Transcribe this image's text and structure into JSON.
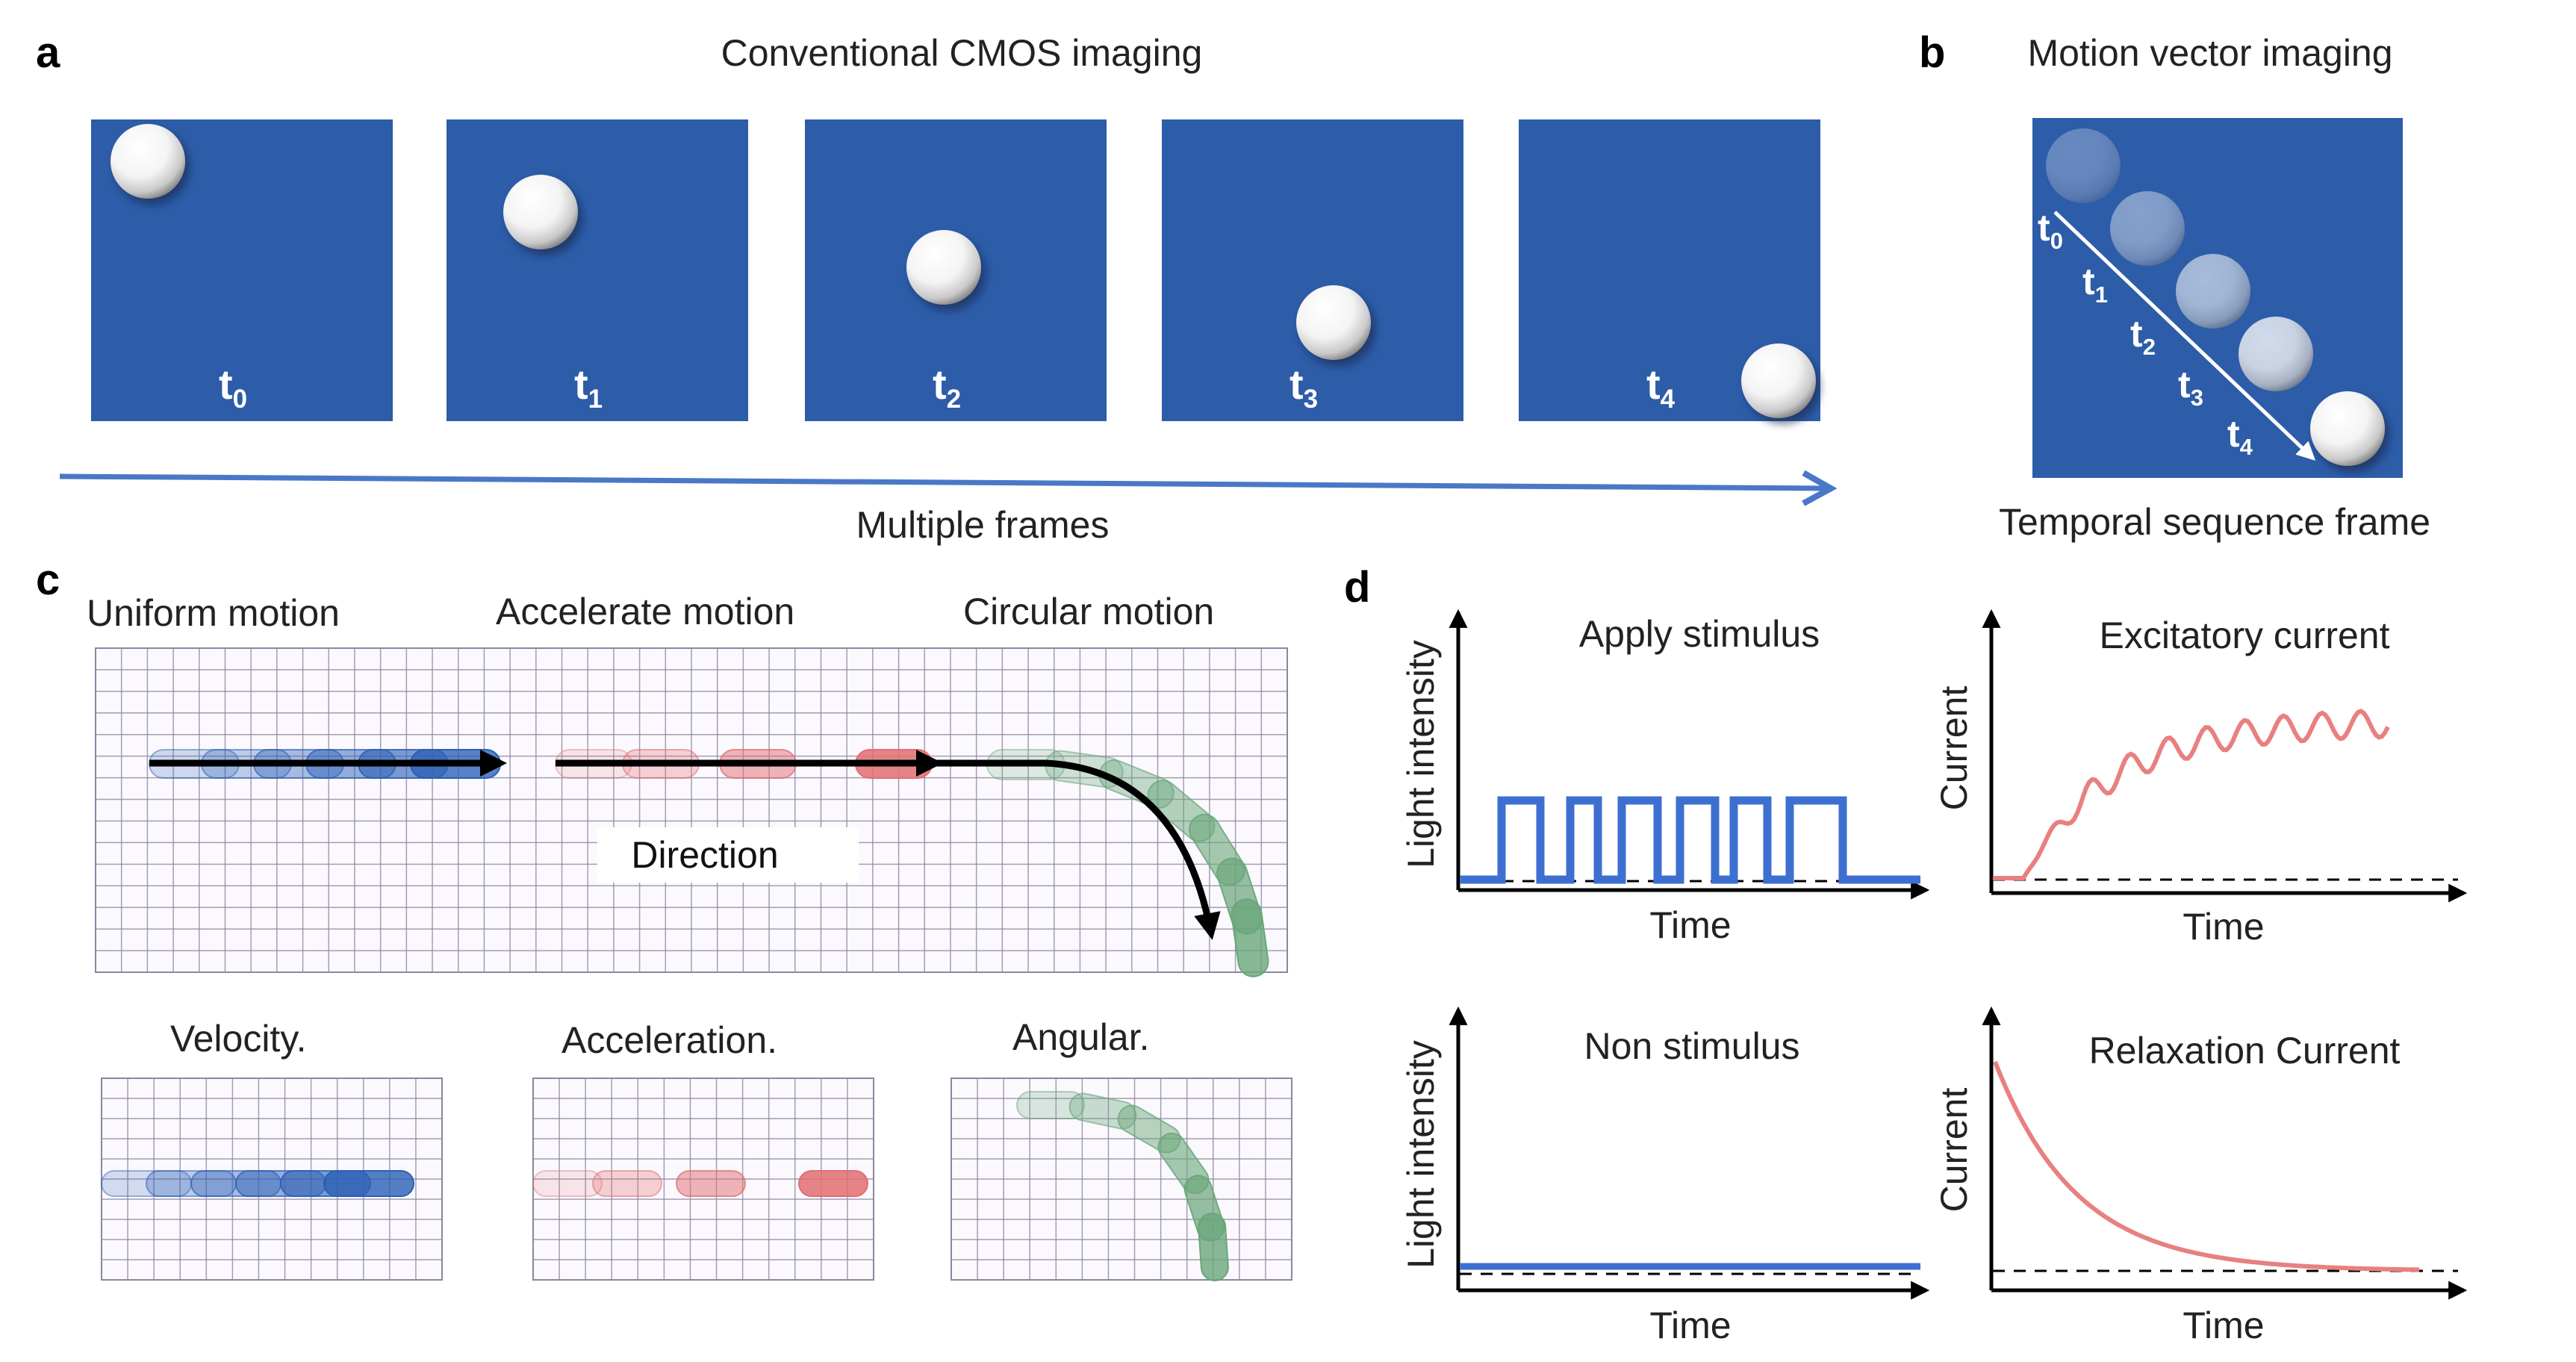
{
  "panel_a": {
    "letter": "a",
    "title": "Conventional CMOS imaging",
    "frames": [
      {
        "t": "t",
        "sub": "0"
      },
      {
        "t": "t",
        "sub": "1"
      },
      {
        "t": "t",
        "sub": "2"
      },
      {
        "t": "t",
        "sub": "3"
      },
      {
        "t": "t",
        "sub": "4"
      }
    ],
    "axis_label": "Multiple frames"
  },
  "panel_b": {
    "letter": "b",
    "title": "Motion vector imaging",
    "caption": "Temporal sequence frame",
    "labels": [
      {
        "t": "t",
        "sub": "0"
      },
      {
        "t": "t",
        "sub": "1"
      },
      {
        "t": "t",
        "sub": "2"
      },
      {
        "t": "t",
        "sub": "3"
      },
      {
        "t": "t",
        "sub": "4"
      }
    ]
  },
  "panel_c": {
    "letter": "c",
    "headers": [
      "Uniform motion",
      "Accelerate motion",
      "Circular motion"
    ],
    "direction_label": "Direction",
    "sub_labels": [
      "Velocity.",
      "Acceleration.",
      "Angular."
    ]
  },
  "panel_d": {
    "letter": "d",
    "plots": [
      {
        "title": "Apply stimulus",
        "ylabel": "Light intensity",
        "xlabel": "Time"
      },
      {
        "title": "Excitatory current",
        "ylabel": "Current",
        "xlabel": "Time"
      },
      {
        "title": "Non stimulus",
        "ylabel": "Light intensity",
        "xlabel": "Time"
      },
      {
        "title": "Relaxation Current",
        "ylabel": "Current",
        "xlabel": "Time"
      }
    ]
  },
  "colors": {
    "frame_blue": "#2d5ca8",
    "arrow_blue": "#4a78c8",
    "plot_blue": "#3d6fd0",
    "plot_red": "#e88080",
    "trail_blue": "#2b5fb5",
    "trail_red": "#e06e72",
    "trail_green": "#6aa67a",
    "grid": "#8d86a0"
  }
}
